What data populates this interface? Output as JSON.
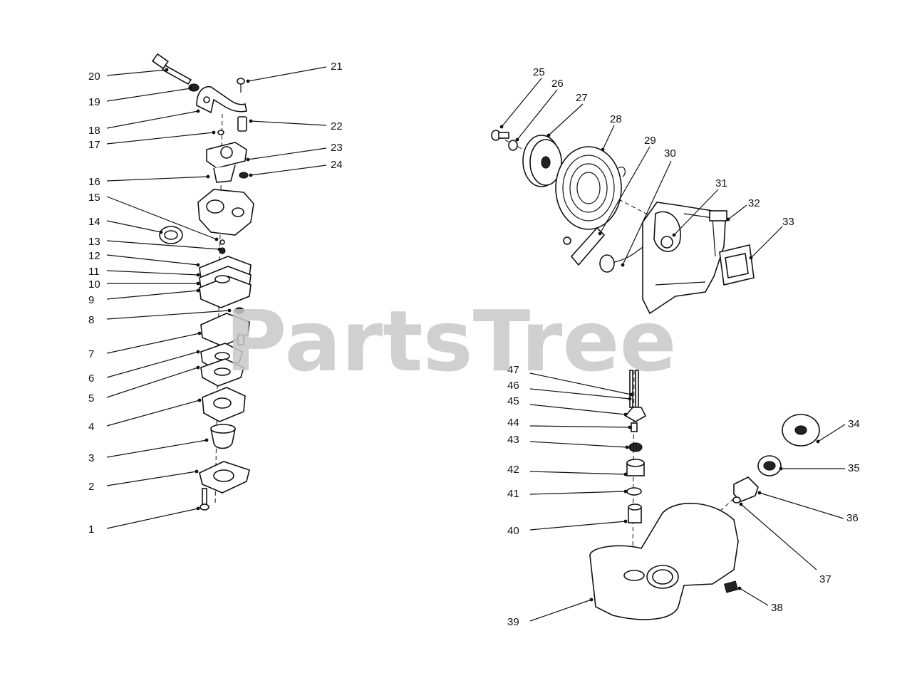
{
  "watermark": "PartsTree",
  "left_assembly": [
    {
      "label": "20"
    },
    {
      "label": "19"
    },
    {
      "label": "18"
    },
    {
      "label": "17"
    },
    {
      "label": "16"
    },
    {
      "label": "15"
    },
    {
      "label": "14"
    },
    {
      "label": "13"
    },
    {
      "label": "12"
    },
    {
      "label": "11"
    },
    {
      "label": "10"
    },
    {
      "label": "9"
    },
    {
      "label": "8"
    },
    {
      "label": "7"
    },
    {
      "label": "6"
    },
    {
      "label": "5"
    },
    {
      "label": "4"
    },
    {
      "label": "3"
    },
    {
      "label": "2"
    },
    {
      "label": "1"
    },
    {
      "label": "21"
    },
    {
      "label": "22"
    },
    {
      "label": "23"
    },
    {
      "label": "24"
    }
  ],
  "starter_assembly": [
    {
      "label": "25"
    },
    {
      "label": "26"
    },
    {
      "label": "27"
    },
    {
      "label": "28"
    },
    {
      "label": "29"
    },
    {
      "label": "30"
    },
    {
      "label": "31"
    },
    {
      "label": "32"
    },
    {
      "label": "33"
    }
  ],
  "fuel_assembly": [
    {
      "label": "47"
    },
    {
      "label": "46"
    },
    {
      "label": "45"
    },
    {
      "label": "44"
    },
    {
      "label": "43"
    },
    {
      "label": "42"
    },
    {
      "label": "41"
    },
    {
      "label": "40"
    },
    {
      "label": "39"
    },
    {
      "label": "34"
    },
    {
      "label": "35"
    },
    {
      "label": "36"
    },
    {
      "label": "37"
    },
    {
      "label": "38"
    }
  ]
}
